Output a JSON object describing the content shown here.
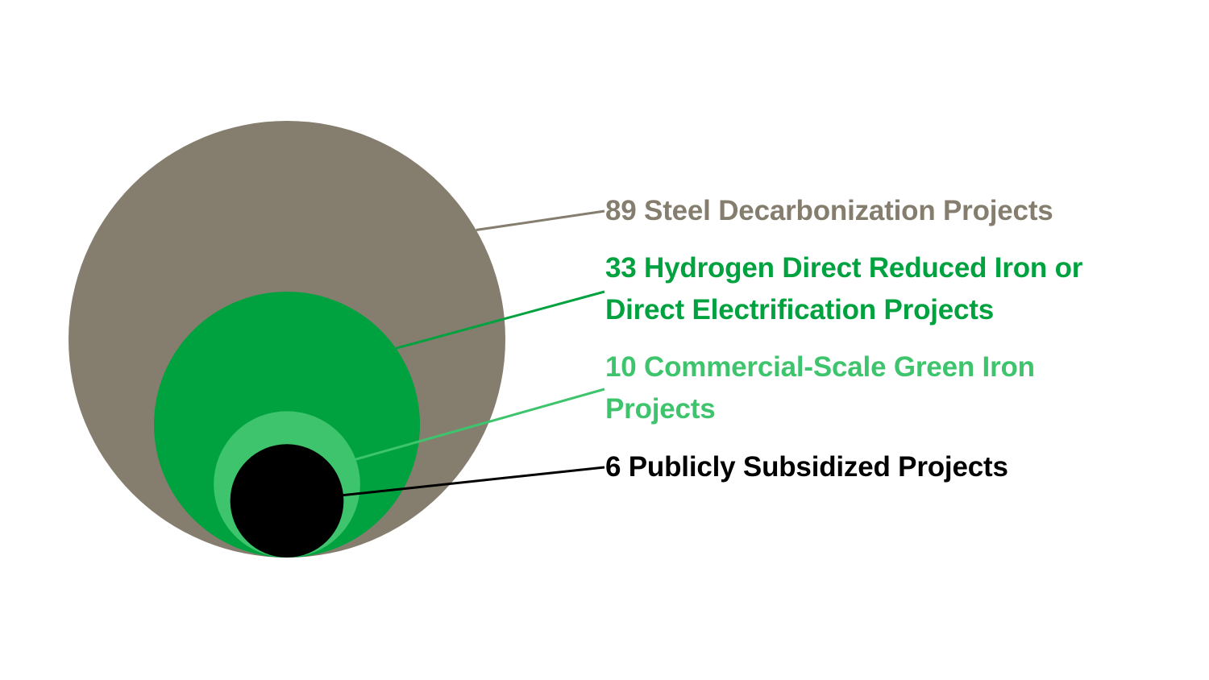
{
  "chart_data": {
    "type": "nested-bubble",
    "title": "",
    "series": [
      {
        "value": 89,
        "label_lines": [
          "89 Steel Decarbonization Projects"
        ],
        "color": "#857e6e"
      },
      {
        "value": 33,
        "label_lines": [
          "33 Hydrogen Direct Reduced Iron or",
          "Direct Electrification Projects"
        ],
        "color": "#00a23f"
      },
      {
        "value": 10,
        "label_lines": [
          "10 Commercial-Scale Green Iron",
          "Projects"
        ],
        "color": "#3ec46d"
      },
      {
        "value": 6,
        "label_lines": [
          "6 Publicly Subsidized Projects"
        ],
        "color": "#000000"
      }
    ],
    "legend": "right"
  }
}
